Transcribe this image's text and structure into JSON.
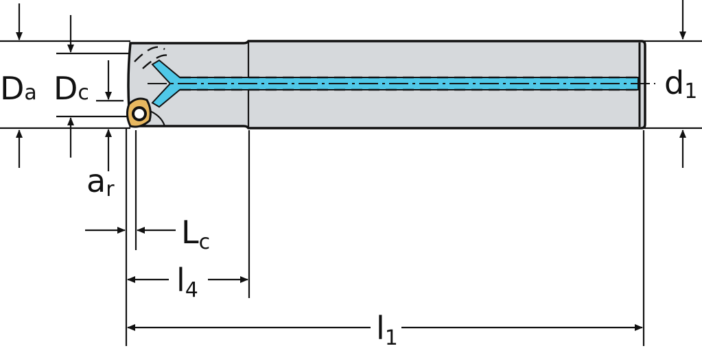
{
  "labels": {
    "Da": {
      "main": "D",
      "sub": "a"
    },
    "Dc": {
      "main": "D",
      "sub": "c"
    },
    "d1": {
      "main": "d",
      "sub": "1"
    },
    "ar": {
      "main": "a",
      "sub": "r"
    },
    "Lc": {
      "main": "L",
      "sub": "c"
    },
    "l4": {
      "main": "l",
      "sub": "4"
    },
    "l1": {
      "main": "l",
      "sub": "1"
    }
  },
  "colors": {
    "body": "#d6d9dc",
    "coolant": "#4fc8e8",
    "insert": "#e8b860",
    "outline": "#111111"
  }
}
